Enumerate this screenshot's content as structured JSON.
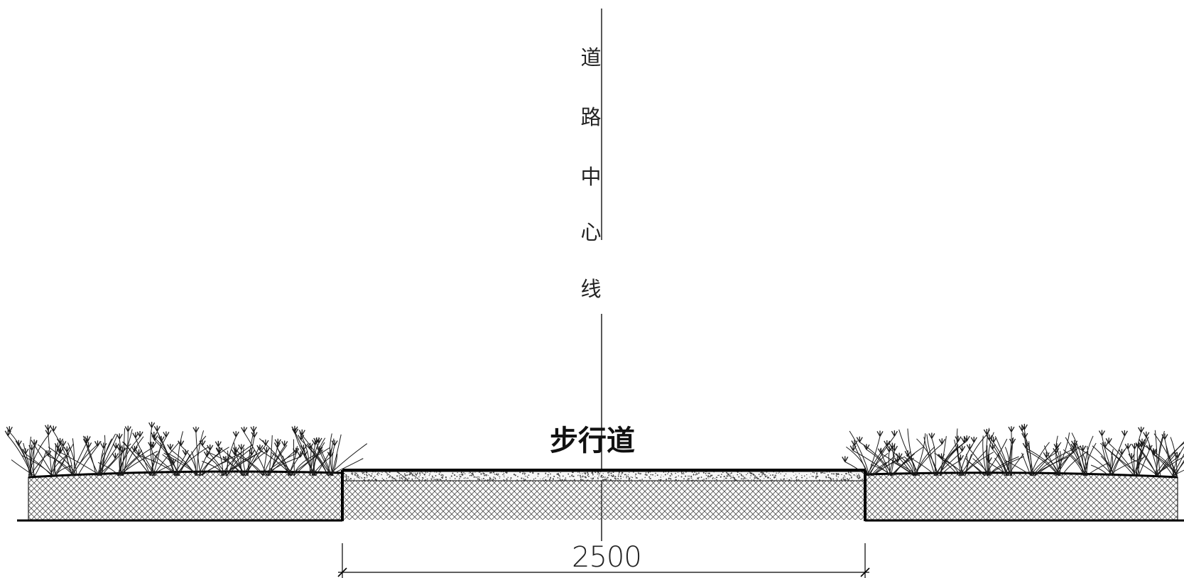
{
  "labels": {
    "centerline_chars": [
      "道",
      "路",
      "中",
      "心",
      "线"
    ],
    "path_label": "步行道",
    "dimension": "2500"
  },
  "colors": {
    "line": "#000000",
    "hatch": "#555555",
    "gravel": "#444444",
    "plant": "#1a1a1a"
  }
}
